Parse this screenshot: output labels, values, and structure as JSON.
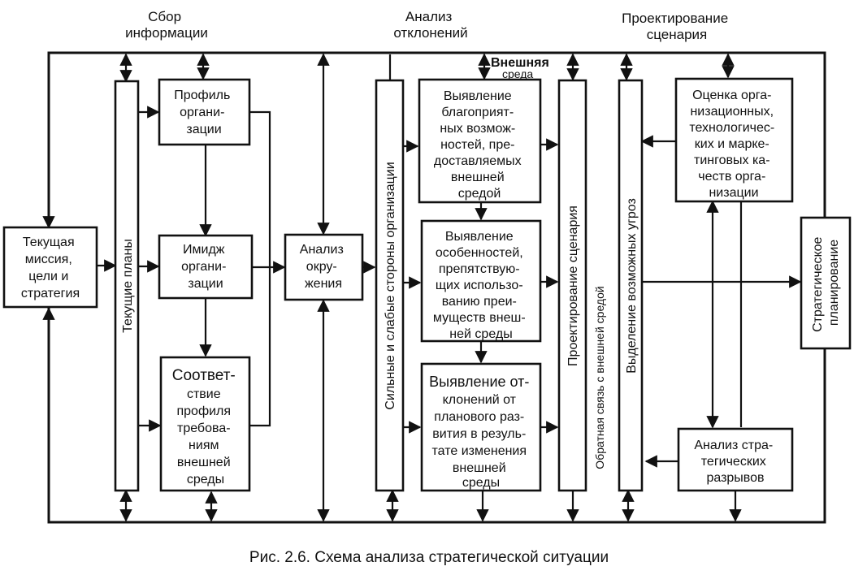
{
  "headers": {
    "collection": [
      "Сбор",
      "информации"
    ],
    "deviation_analysis": [
      "Анализ",
      "отклонений"
    ],
    "scenario_design": [
      "Проектирование",
      "сценария"
    ],
    "external_env": "Внешняя",
    "external_env_sub": "среда"
  },
  "boxes": {
    "mission": [
      "Текущая",
      "миссия,",
      "цели и",
      "стратегия"
    ],
    "current_plans": "Текущие планы",
    "org_profile": [
      "Профиль",
      "органи-",
      "зации"
    ],
    "org_image": [
      "Имидж",
      "органи-",
      "зации"
    ],
    "profile_match": [
      "Соответ-",
      "ствие",
      "профиля",
      "требова-",
      "ниям",
      "внешней",
      "среды"
    ],
    "environment_analysis": [
      "Анализ",
      "окру-",
      "жения"
    ],
    "strengths_weaknesses": "Сильные и слабые стороны организации",
    "opportunities": [
      "Выявление",
      "благоприят-",
      "ных возмож-",
      "ностей, пре-",
      "доставляемых",
      "внешней",
      "средой"
    ],
    "obstacles": [
      "Выявление",
      "особенностей,",
      "препятствую-",
      "щих использо-",
      "ванию преи-",
      "муществ внеш-",
      "ней среды"
    ],
    "deviations": [
      "Выявление от-",
      "клонений от",
      "планового раз-",
      "вития в резуль-",
      "тате изменения",
      "внешней",
      "среды"
    ],
    "scenario": "Проектирование сценария",
    "feedback": "Обратная связь с внешней средой",
    "threats": "Выделение возможных угроз",
    "org_assessment": [
      "Оценка орга-",
      "низационных,",
      "технологичес-",
      "ких и марке-",
      "тинговых ка-",
      "честв орга-",
      "низации"
    ],
    "gap_analysis": [
      "Анализ стра-",
      "тегических",
      "разрывов"
    ],
    "strategic_planning": [
      "Стратегическое",
      "планирование"
    ]
  },
  "caption": "Рис. 2.6. Схема анализа стратегической ситуации"
}
